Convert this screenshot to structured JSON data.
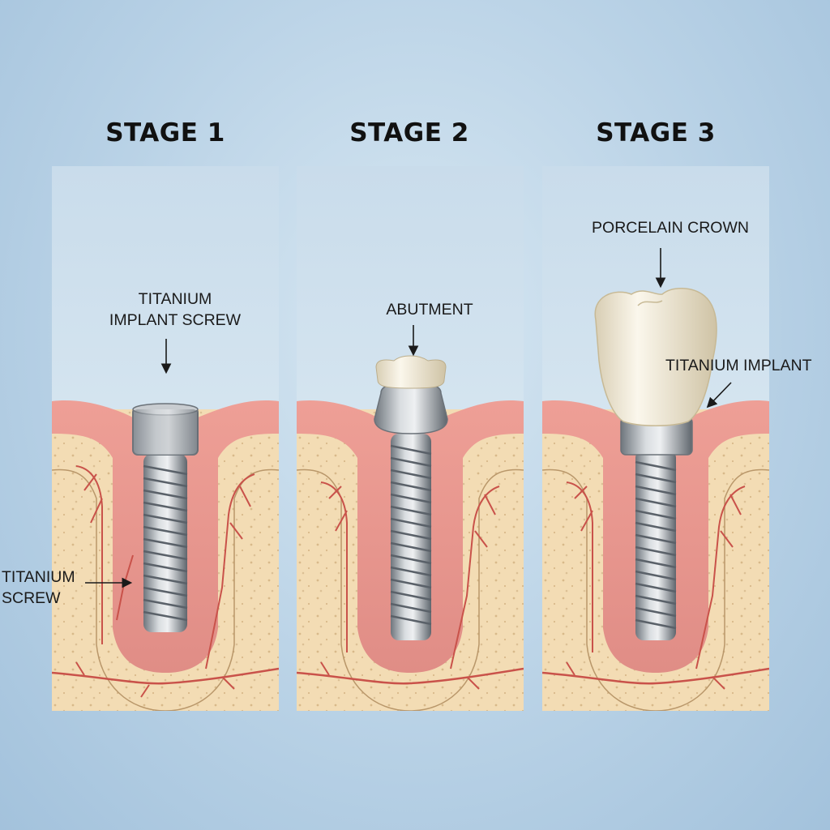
{
  "stages": [
    {
      "title": "STAGE 1"
    },
    {
      "title": "STAGE 2"
    },
    {
      "title": "STAGE 3"
    }
  ],
  "labels": {
    "stage1_top_line1": "TITANIUM",
    "stage1_top_line2": "IMPLANT SCREW",
    "stage1_side_line1": "TITANIUM",
    "stage1_side_line2": "SCREW",
    "stage2_top": "ABUTMENT",
    "stage3_top": "PORCELAIN CROWN",
    "stage3_side": "TITANIUM IMPLANT"
  },
  "colors": {
    "gum": "#e59a92",
    "bone": "#f3dcb4",
    "nerve": "#c9524a",
    "titanium": "#9aa1a8",
    "crown": "#f3ecd9",
    "background": "#b9d2e6"
  }
}
